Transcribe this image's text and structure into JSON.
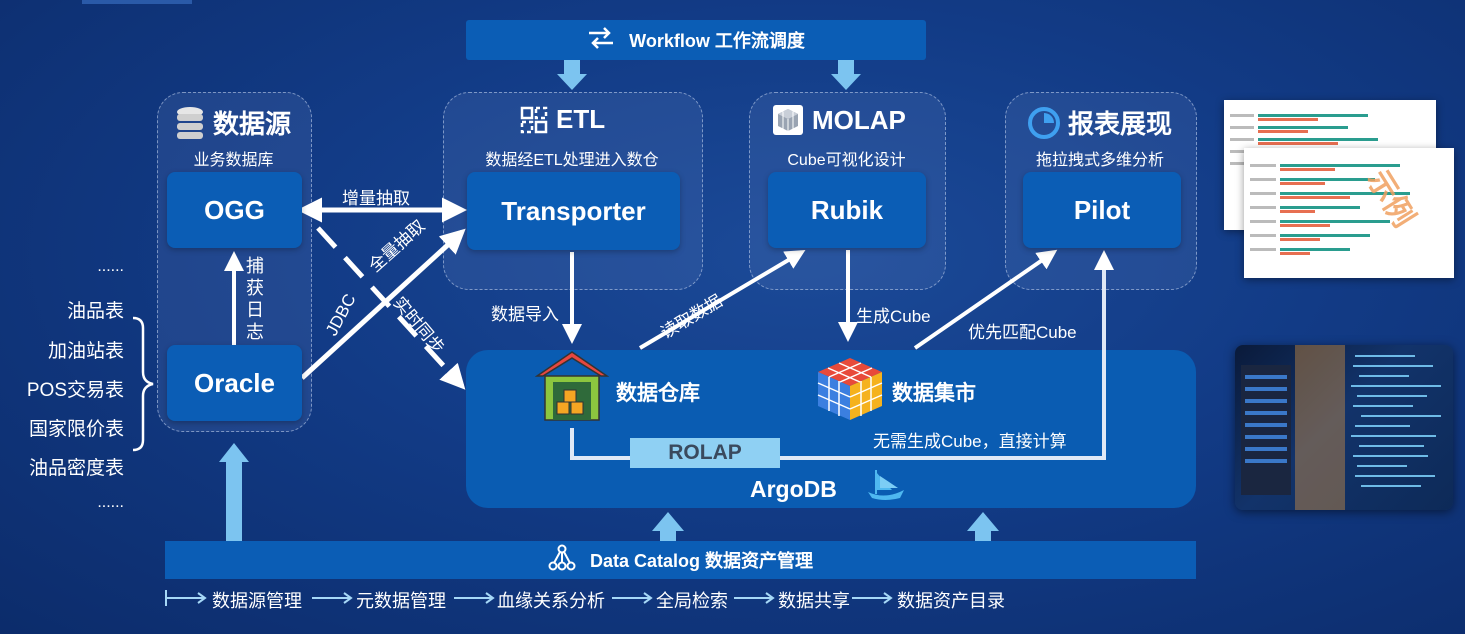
{
  "workflow": {
    "label": "Workflow 工作流调度"
  },
  "datasource": {
    "title": "数据源",
    "subtitle": "业务数据库",
    "node_top": "OGG",
    "node_bottom": "Oracle",
    "capture_label": "捕获日志"
  },
  "etl": {
    "title": "ETL",
    "subtitle": "数据经ETL处理进入数仓",
    "node": "Transporter"
  },
  "molap": {
    "title": "MOLAP",
    "subtitle": "Cube可视化设计",
    "node": "Rubik"
  },
  "report": {
    "title": "报表展现",
    "subtitle": "拖拉拽式多维分析",
    "node": "Pilot"
  },
  "edges": {
    "incremental": "增量抽取",
    "full": "全量抽取",
    "jdbc": "JDBC",
    "realtime": "实时同步",
    "import": "数据导入",
    "read": "读取数据",
    "gen_cube": "生成Cube",
    "match_cube": "优先匹配Cube"
  },
  "argodb": {
    "warehouse": "数据仓库",
    "mart": "数据集市",
    "no_cube": "无需生成Cube，直接计算",
    "rolap": "ROLAP",
    "name": "ArgoDB"
  },
  "sources": [
    "......",
    "油品表",
    "加油站表",
    "POS交易表",
    "国家限价表",
    "油品密度表",
    "......"
  ],
  "catalog": {
    "label": "Data Catalog 数据资产管理",
    "steps": [
      "数据源管理",
      "元数据管理",
      "血缘关系分析",
      "全局检索",
      "数据共享",
      "数据资产目录"
    ]
  },
  "side": {
    "report_badge": "示例"
  },
  "icons": [
    "shuffle-icon",
    "database-icon",
    "etl-icon",
    "molap-cube-icon",
    "report-gauge-icon",
    "warehouse-icon",
    "rubik-cube-icon",
    "ship-icon",
    "network-icon"
  ]
}
